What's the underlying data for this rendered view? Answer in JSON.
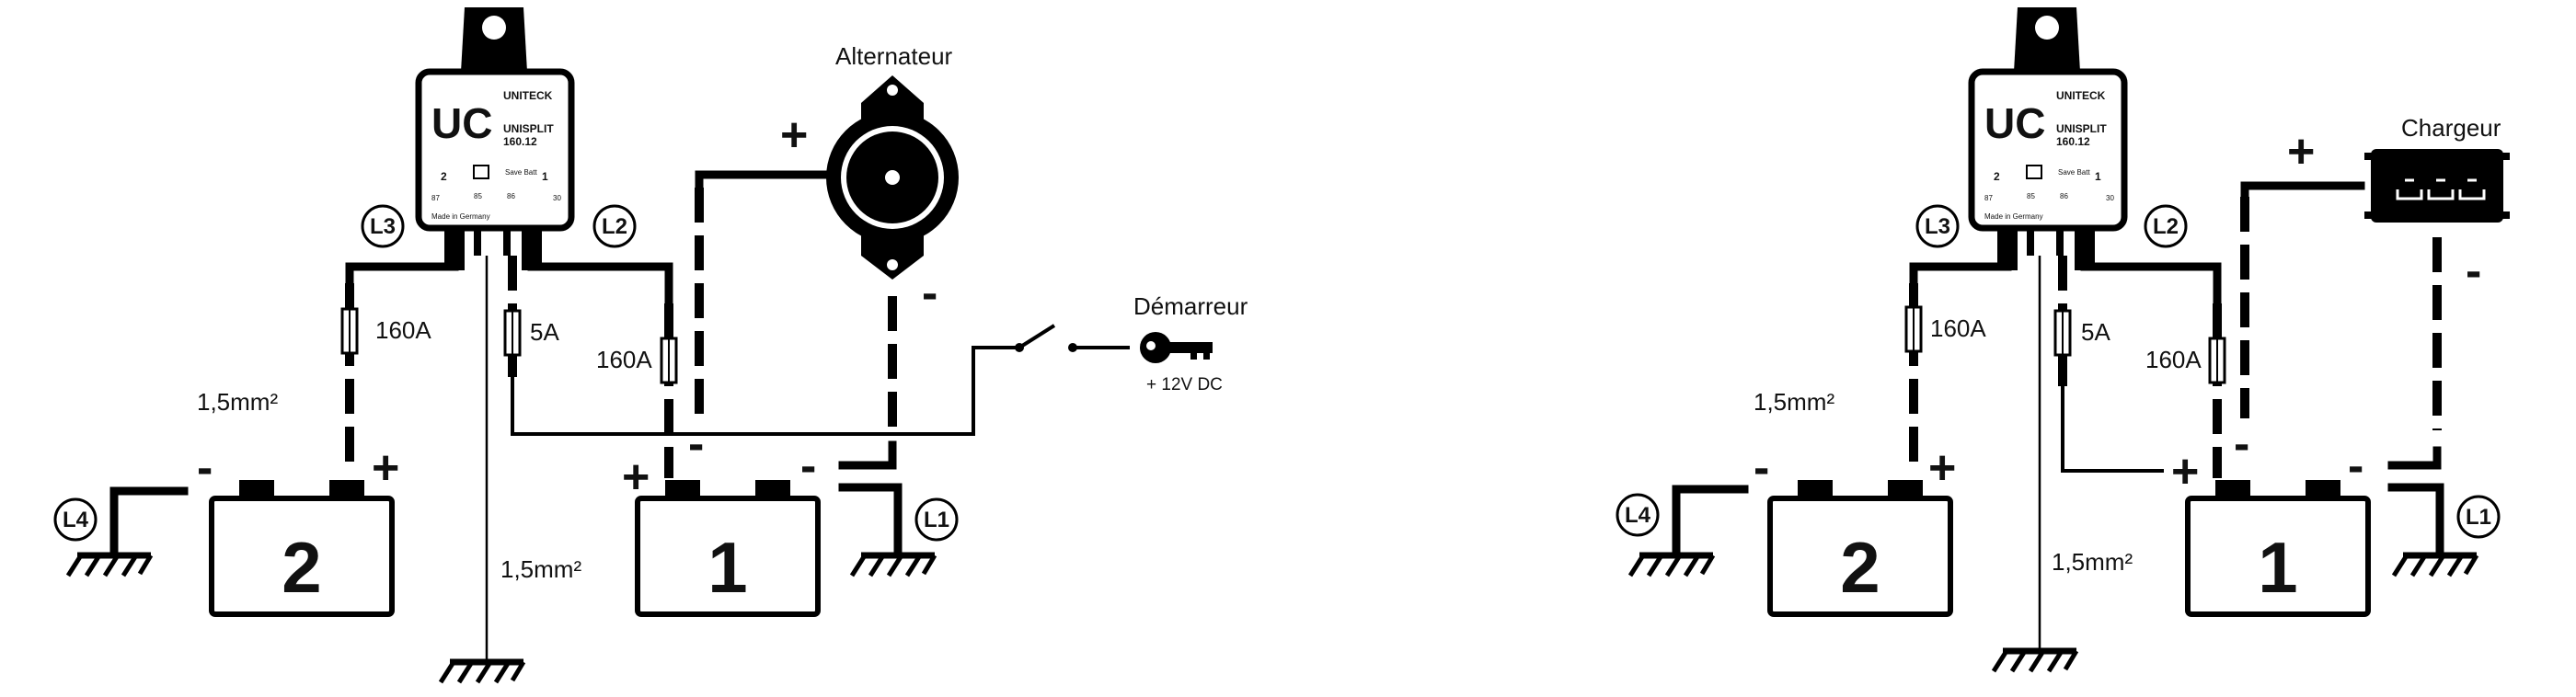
{
  "labels": {
    "alternator": "Alternateur",
    "starter": "Démarreur",
    "starter_supply": "+ 12V DC",
    "charger": "Chargeur",
    "fuse_160": "160A",
    "fuse_5": "5A",
    "wire_section": "1,5mm²",
    "plus": "+",
    "minus": "-",
    "battery_1": "1",
    "battery_2": "2",
    "L1": "L1",
    "L2": "L2",
    "L3": "L3",
    "L4": "L4"
  },
  "device": {
    "brand": "UNITECK",
    "logo": "UC",
    "model": "UNISPLIT",
    "rating": "160.12",
    "terminal_2": "2",
    "terminal_1": "1",
    "save_batt": "Save Batt",
    "pin_87": "87",
    "pin_85": "85",
    "pin_86": "86",
    "pin_30": "30",
    "made_in": "Made in Germany"
  }
}
